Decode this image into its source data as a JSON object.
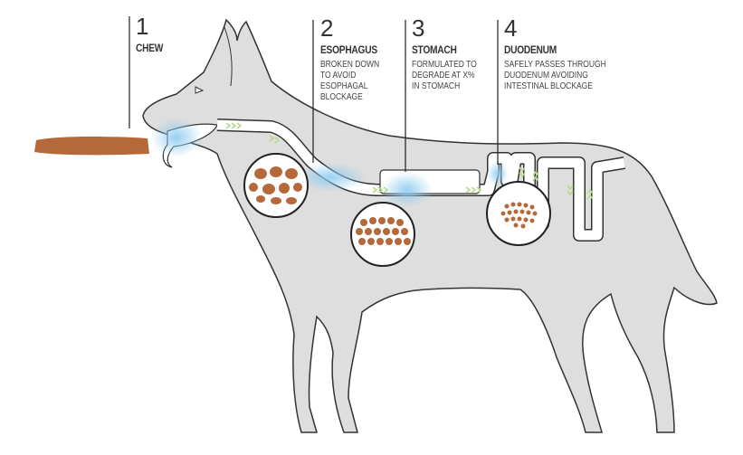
{
  "steps": [
    {
      "number": "1",
      "title": "CHEW",
      "desc": []
    },
    {
      "number": "2",
      "title": "ESOPHAGUS",
      "desc": [
        "BROKEN DOWN",
        "TO AVOID",
        "ESOPHAGAL",
        "BLOCKAGE"
      ]
    },
    {
      "number": "3",
      "title": "STOMACH",
      "desc": [
        "FORMULATED TO",
        "DEGRADE AT X%",
        "IN STOMACH"
      ]
    },
    {
      "number": "4",
      "title": "DUODENUM",
      "desc": [
        "SAFELY PASSES THROUGH",
        "DUODENUM AVOIDING",
        "INTESTINAL BLOCKAGE"
      ]
    }
  ],
  "colors": {
    "dog": "#dedede",
    "outline": "#333333",
    "chew": "#b5683a",
    "highlight": "#9fd3f2",
    "arrows": "#b9d98a"
  }
}
